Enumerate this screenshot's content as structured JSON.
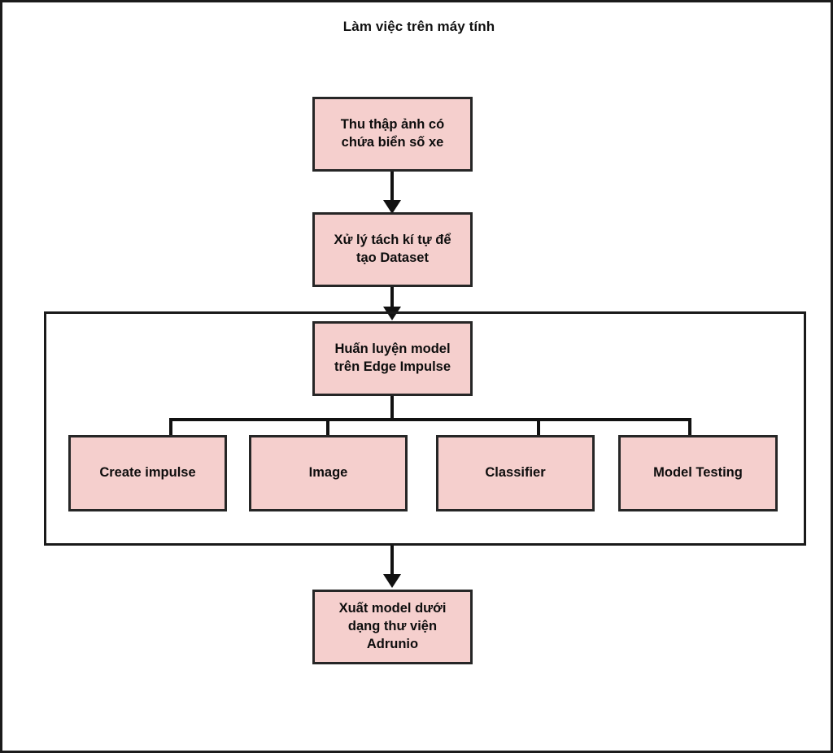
{
  "diagram": {
    "title": "Làm việc trên máy tính",
    "colors": {
      "node_fill": "#f5cfcd",
      "node_border": "#262626",
      "connector": "#111111",
      "canvas_border": "#1b1b1b",
      "group_border": "#1a1a1a",
      "text": "#0d0d0d",
      "background": "#ffffff"
    },
    "nodes": {
      "collect": "Thu thập ảnh có\nchứa biển số xe",
      "dataset": "Xử lý tách kí tự để\ntạo Dataset",
      "train": "Huấn luyện model\ntrên Edge Impulse",
      "export": "Xuất model dưới\ndạng thư viện\nAdrunio"
    },
    "group": {
      "label": "",
      "leaves": [
        {
          "id": "create-impulse",
          "label": "Create impulse"
        },
        {
          "id": "image",
          "label": "Image"
        },
        {
          "id": "classifier",
          "label": "Classifier"
        },
        {
          "id": "model-testing",
          "label": "Model Testing"
        }
      ]
    },
    "flow": [
      {
        "from": "collect",
        "to": "dataset",
        "type": "arrow"
      },
      {
        "from": "dataset",
        "to": "train",
        "type": "arrow"
      },
      {
        "from": "train",
        "to": "group-branch-bus",
        "type": "line"
      },
      {
        "from": "group-branch-bus",
        "to": "create-impulse",
        "type": "line"
      },
      {
        "from": "group-branch-bus",
        "to": "image",
        "type": "line"
      },
      {
        "from": "group-branch-bus",
        "to": "classifier",
        "type": "line"
      },
      {
        "from": "group-branch-bus",
        "to": "model-testing",
        "type": "line"
      },
      {
        "from": "group",
        "to": "export",
        "type": "arrow"
      }
    ]
  }
}
